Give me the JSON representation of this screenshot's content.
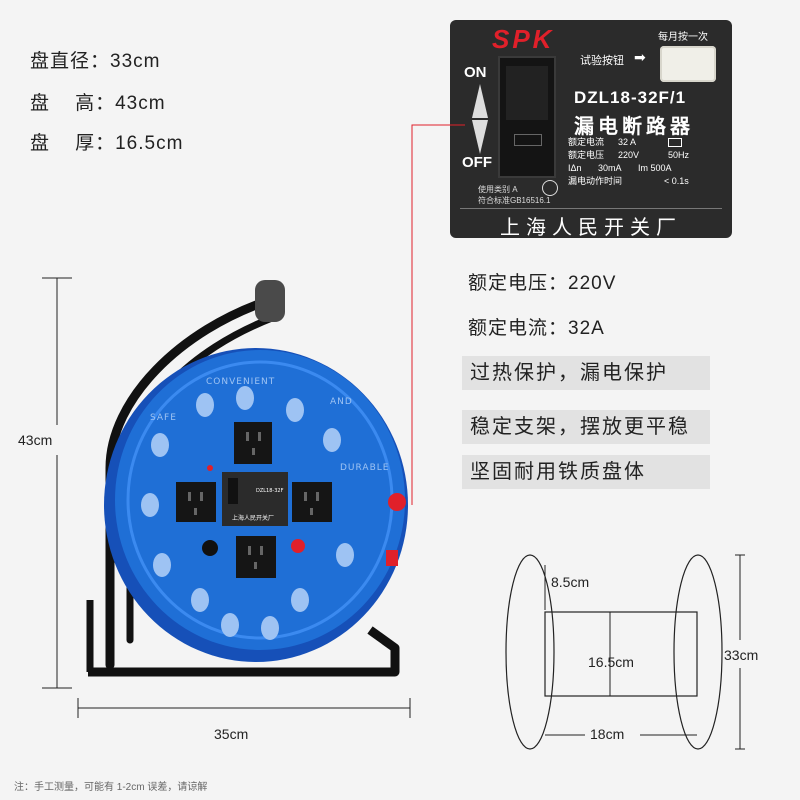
{
  "specs": {
    "diameter": "盘直径：33cm",
    "height": "盘    高：43cm",
    "thickness": "盘    厚：16.5cm"
  },
  "breaker_panel": {
    "brand": "SPK",
    "cycle_note": "每月按一次",
    "test_button_label": "试验按钮",
    "on_label": "ON",
    "off_label": "OFF",
    "model": "DZL18-32F/1",
    "name": "漏电断路器",
    "rows": [
      {
        "left": "额定电流",
        "mid": "32 A",
        "right": ""
      },
      {
        "left": "额定电压",
        "mid": "220V",
        "right": "50Hz"
      },
      {
        "left": "IΔn",
        "mid": "30mA",
        "right": "Im  500A"
      },
      {
        "left": "漏电动作时间",
        "mid": "",
        "right": "< 0.1s"
      }
    ],
    "std_line1": "使用类别 A",
    "std_line2": "符合标准GB16516.1",
    "maker": "上海人民开关厂"
  },
  "ratings": {
    "voltage": "额定电压：220V",
    "current": "额定电流：32A"
  },
  "features": [
    "过热保护，漏电保护",
    "稳定支架，摆放更平稳",
    "坚固耐用铁质盘体"
  ],
  "dimensions": {
    "height": "43cm",
    "width": "35cm",
    "hub_depth": "8.5cm",
    "core_width": "16.5cm",
    "reel_height": "33cm",
    "base_width": "18cm"
  },
  "reel_rim_text": [
    "SAFE",
    "CONVENIENT",
    "AND",
    "DURABLE"
  ],
  "footnote": "注：手工测量，可能有 1-2cm 误差，请谅解",
  "colors": {
    "reel_blue": "#1f6fd6",
    "frame": "#1a1a1a",
    "panel": "#2b2b2b",
    "accent_red": "#e0202a",
    "feature_bg": "#e2e2e2"
  }
}
